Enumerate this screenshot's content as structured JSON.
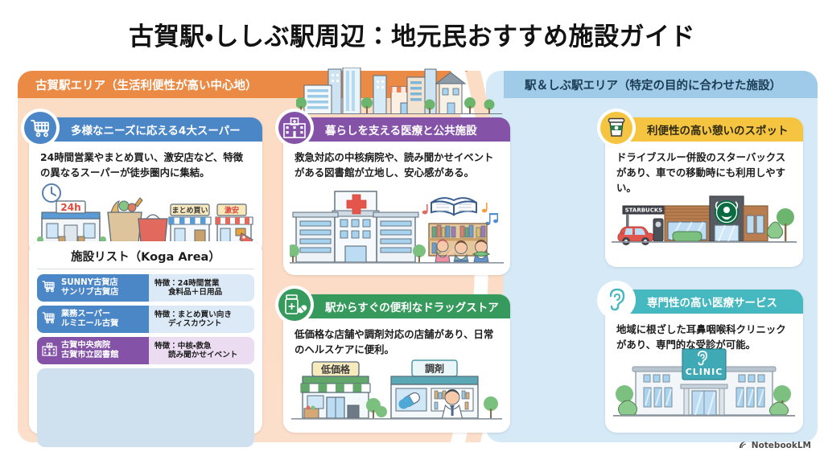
{
  "page": {
    "title": "古賀駅・ししぶ駅周辺：地元民おすすめ施設ガイド",
    "footer_brand": "NotebookLM"
  },
  "colors": {
    "left_region_banner": "#eb8a44",
    "left_region_bg": "#fbdcc4",
    "right_region_banner": "#9fcbe8",
    "right_region_bg": "#d5e9f7",
    "card_super": "#4b86c6",
    "card_public": "#8453a8",
    "card_drug": "#369a5c",
    "card_cafe": "#f5c542",
    "card_clinic": "#46b8bf"
  },
  "regions": {
    "left": {
      "banner": "古賀駅エリア（生活利便性が高い中心地）"
    },
    "right": {
      "banner": "駅＆しぶ駅エリア（特定の目的に合わせた施設）"
    }
  },
  "cards": {
    "supermarket": {
      "icon": "shopping-cart-icon",
      "title": "多様なニーズに応える4大スーパー",
      "description": "24時間営業やまとめ買い、激安店など、特徴の異なるスーパーが徒歩圏内に集結。",
      "illustration_labels": [
        "24h",
        "まとめ買い",
        "激安"
      ]
    },
    "public": {
      "icon": "hospital-icon",
      "title": "暮らしを支える医療と公共施設",
      "description": "救急対応の中核病院や、読み聞かせイベントがある図書館が立地し、安心感がある。"
    },
    "drugstore": {
      "icon": "medicine-bottle-icon",
      "title": "駅からすぐの便利なドラッグストア",
      "description": "低価格な店舗や調剤対応の店舗があり、日常のヘルスケアに便利。",
      "illustration_labels": [
        "低価格",
        "調剤"
      ]
    },
    "cafe": {
      "icon": "coffee-cup-icon",
      "title": "利便性の高い憩いのスポット",
      "description": "ドライブスルー併設のスターバックスがあり、車での移動時にも利用しやすい。",
      "illustration_labels": [
        "STARBUCKS"
      ]
    },
    "clinic": {
      "icon": "ear-icon",
      "title": "専門性の高い医療サービス",
      "description": "地域に根ざした耳鼻咽喉科クリニックがあり、専門的な受診が可能。",
      "illustration_labels": [
        "CLINIC"
      ]
    }
  },
  "facility_list": {
    "title": "施設リスト（Koga Area）",
    "rows": [
      {
        "icon": "shopping-cart-icon",
        "name_line1": "SUNNY古賀店",
        "name_line2": "サンリブ古賀店",
        "feature_line1": "特徴：24時間営業",
        "feature_line2": "食料品＋日用品",
        "name_color": "#4b86c6",
        "feature_color": "#dce9f6"
      },
      {
        "icon": "shopping-cart-icon",
        "name_line1": "業務スーパー",
        "name_line2": "ルミエール古賀",
        "feature_line1": "特徴：まとめ買い向き",
        "feature_line2": "ディスカウント",
        "name_color": "#4b86c6",
        "feature_color": "#dce9f6"
      },
      {
        "icon": "hospital-icon",
        "name_line1": "古賀中央病院",
        "name_line2": "古賀市立図書館",
        "feature_line1": "特徴：中核・救急",
        "feature_line2": "読み聞かせイベント",
        "name_color": "#8453a8",
        "feature_color": "#ecdcf2"
      }
    ]
  }
}
